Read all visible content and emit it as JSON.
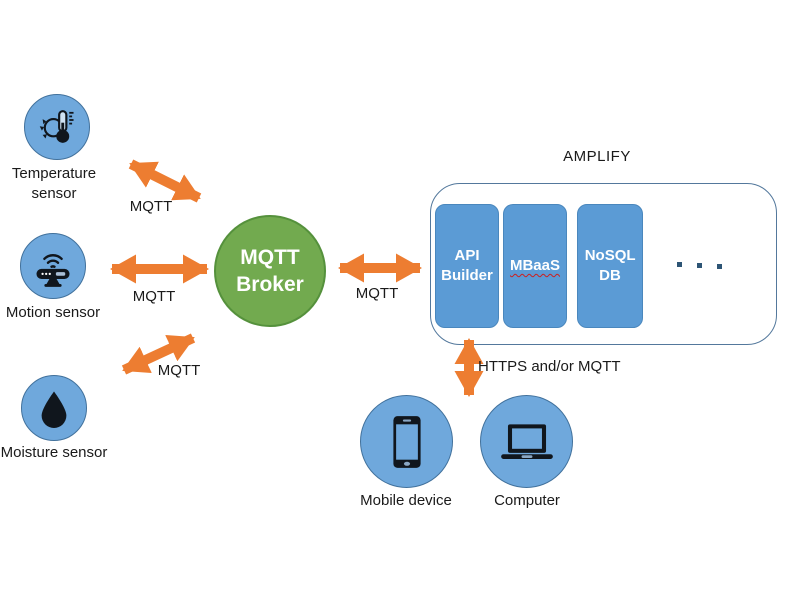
{
  "sensors": [
    {
      "id": "temperature",
      "label": "Temperature sensor",
      "icon": "thermometer-icon"
    },
    {
      "id": "motion",
      "label": "Motion sensor",
      "icon": "motion-detector-icon"
    },
    {
      "id": "moisture",
      "label": "Moisture sensor",
      "icon": "water-drop-icon"
    }
  ],
  "broker": {
    "label": "MQTT Broker"
  },
  "platform": {
    "title": "AMPLIFY",
    "modules": [
      {
        "label": "API Builder"
      },
      {
        "label": "MBaaS",
        "spellcheck_underline": true
      },
      {
        "label": "NoSQL DB"
      }
    ],
    "more_modules_indicator": "..."
  },
  "clients": [
    {
      "id": "mobile",
      "label": "Mobile device",
      "icon": "smartphone-icon"
    },
    {
      "id": "computer",
      "label": "Computer",
      "icon": "laptop-icon"
    }
  ],
  "links": [
    {
      "from": "temperature-sensor",
      "to": "mqtt-broker",
      "label": "MQTT"
    },
    {
      "from": "motion-sensor",
      "to": "mqtt-broker",
      "label": "MQTT"
    },
    {
      "from": "moisture-sensor",
      "to": "mqtt-broker",
      "label": "MQTT"
    },
    {
      "from": "mqtt-broker",
      "to": "amplify-api-builder",
      "label": "MQTT"
    },
    {
      "from": "amplify-api-builder",
      "to": "client-devices",
      "label": "HTTPS and/or MQTT"
    }
  ],
  "colors": {
    "node_blue": "#6fa8dc",
    "node_blue_border": "#41719c",
    "module_blue": "#5b9bd5",
    "module_blue_border": "#4a87bd",
    "broker_green": "#72aa4f",
    "broker_green_border": "#55913c",
    "arrow_orange": "#ed7d31",
    "container_border": "#53789c",
    "icon_dark": "#10161d",
    "dots_blue": "#2d5575"
  }
}
